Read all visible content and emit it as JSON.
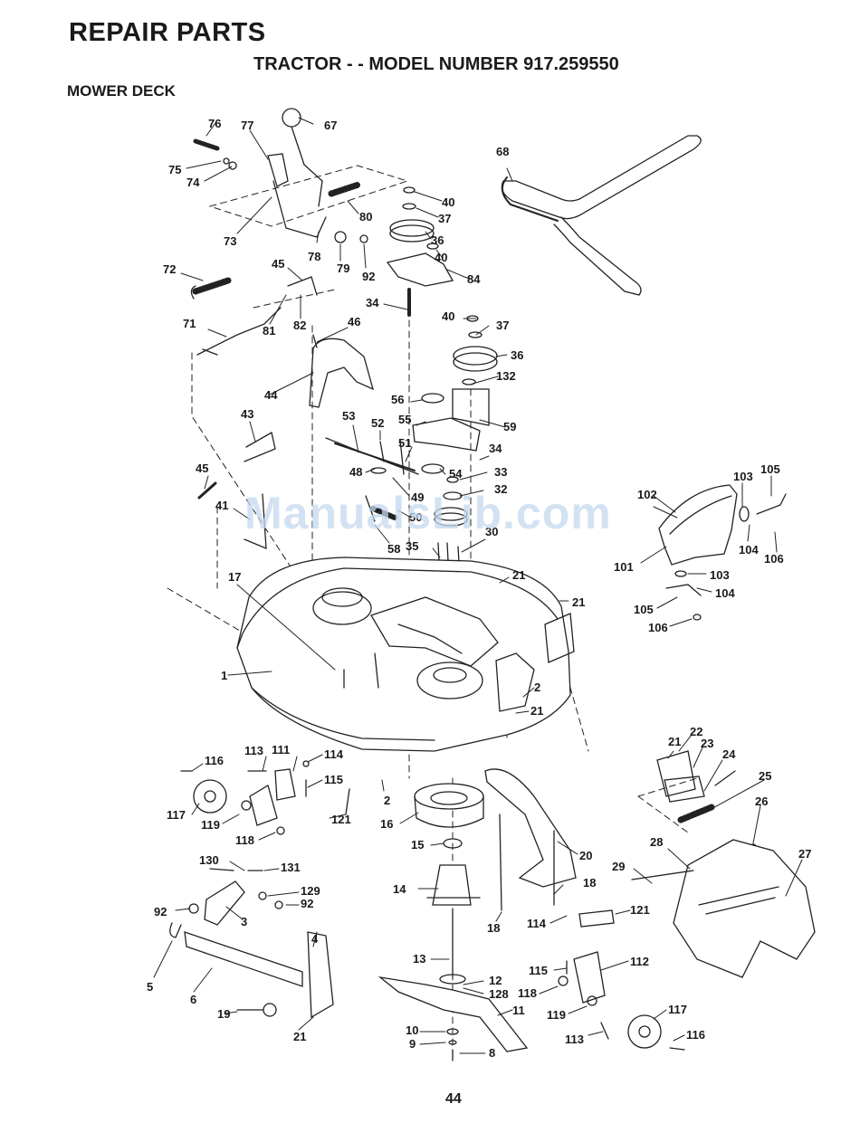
{
  "header": {
    "title": "REPAIR PARTS",
    "subtitle": "TRACTOR - - MODEL NUMBER 917.259550",
    "section": "MOWER DECK"
  },
  "watermark": "ManualsLib.com",
  "page_number": "44",
  "callouts": {
    "c67": "67",
    "c76": "76",
    "c77": "77",
    "c75": "75",
    "c74": "74",
    "c73": "73",
    "c80": "80",
    "c78": "78",
    "c79": "79",
    "c92a": "92",
    "c68": "68",
    "c40a": "40",
    "c37a": "37",
    "c36a": "36",
    "c40b": "40",
    "c84": "84",
    "c34a": "34",
    "c72": "72",
    "c45a": "45",
    "c82": "82",
    "c81": "81",
    "c71": "71",
    "c40c": "40",
    "c37b": "37",
    "c36b": "36",
    "c132": "132",
    "c46": "46",
    "c44": "44",
    "c56": "56",
    "c55": "55",
    "c59": "59",
    "c52": "52",
    "c53": "53",
    "c51": "51",
    "c34b": "34",
    "c43": "43",
    "c54": "54",
    "c33": "33",
    "c48": "48",
    "c49": "49",
    "c32": "32",
    "c45b": "45",
    "c50": "50",
    "c41": "41",
    "c58": "58",
    "c35": "35",
    "c30": "30",
    "c102": "102",
    "c103a": "103",
    "c105a": "105",
    "c104a": "104",
    "c106a": "106",
    "c101": "101",
    "c103b": "103",
    "c104b": "104",
    "c105b": "105",
    "c106b": "106",
    "c17": "17",
    "c21a": "21",
    "c21b": "21",
    "c1": "1",
    "c2a": "2",
    "c21c": "21",
    "c21d": "21",
    "c22": "22",
    "c23": "23",
    "c24": "24",
    "c25": "25",
    "c26": "26",
    "c27": "27",
    "c116a": "116",
    "c113a": "113",
    "c111": "111",
    "c114a": "114",
    "c115a": "115",
    "c117a": "117",
    "c119a": "119",
    "c118a": "118",
    "c121a": "121",
    "c2b": "2",
    "c16": "16",
    "c15": "15",
    "c20": "20",
    "c28": "28",
    "c29": "29",
    "c18a": "18",
    "c14": "14",
    "c130": "130",
    "c131": "131",
    "c129": "129",
    "c92b": "92",
    "c92c": "92",
    "c3": "3",
    "c18b": "18",
    "c114b": "114",
    "c121b": "121",
    "c4": "4",
    "c5": "5",
    "c6": "6",
    "c13": "13",
    "c12": "12",
    "c128": "128",
    "c115b": "115",
    "c112": "112",
    "c118b": "118",
    "c19": "19",
    "c21e": "21",
    "c11": "11",
    "c119b": "119",
    "c117b": "117",
    "c10": "10",
    "c9": "9",
    "c8": "8",
    "c113b": "113",
    "c116b": "116"
  }
}
